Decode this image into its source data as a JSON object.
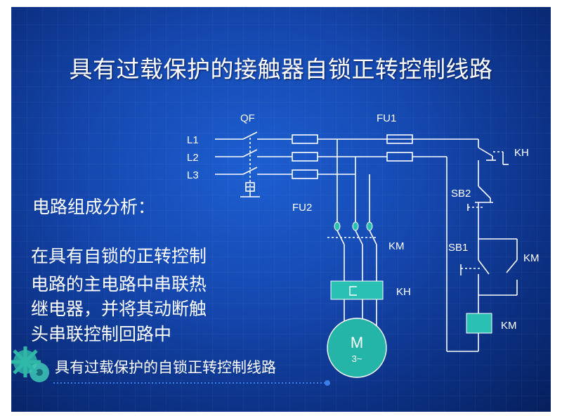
{
  "title": "具有过载保护的接触器自锁正转控制线路",
  "heading": "电路组成分析：",
  "body_lines": [
    "在具有自锁的正转控制",
    "电路的主电路中串联热",
    "继电器，并将其动断触",
    "头串联控制回路中"
  ],
  "footer": "具有过载保护的自锁正转控制线路",
  "labels": {
    "qf": "QF",
    "fu1": "FU1",
    "fu2": "FU2",
    "l1": "L1",
    "l2": "L2",
    "l3": "L3",
    "km_main": "KM",
    "kh_main": "KH",
    "motor": "M",
    "motor_sub": "3~",
    "kh_ctrl": "KH",
    "sb2": "SB2",
    "sb1": "SB1",
    "km_aux": "KM",
    "km_coil": "KM"
  },
  "colors": {
    "background": "#1548b0",
    "wire": "#ffffff",
    "element_fill": "#2bc0b4",
    "motor_fill": "#25b5a8",
    "footer_dots": "#3a7ee8"
  },
  "icons": [
    "gear-icon"
  ]
}
